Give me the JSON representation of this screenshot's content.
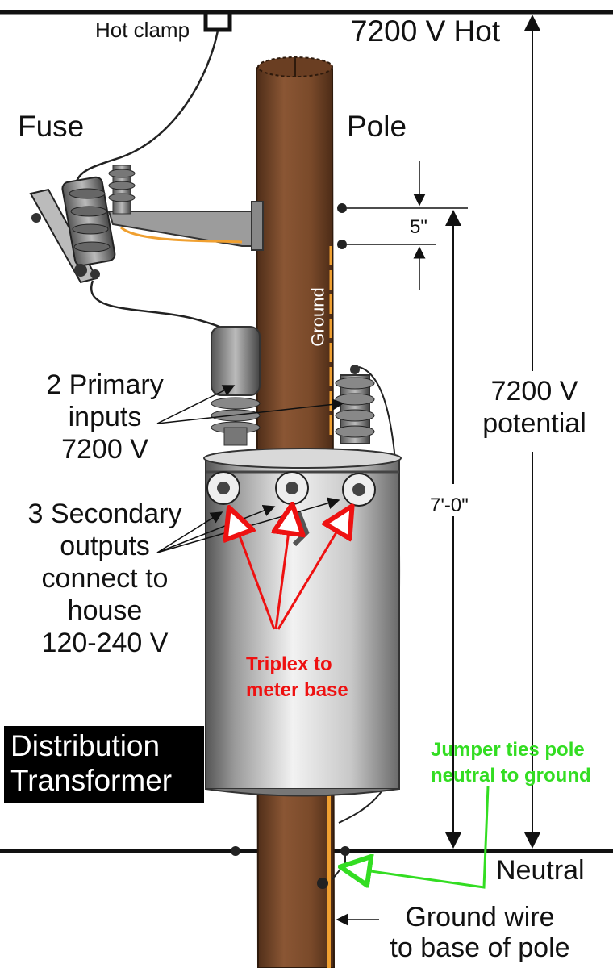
{
  "labels": {
    "hot_clamp": "Hot clamp",
    "hot_7200": "7200 V Hot",
    "fuse": "Fuse",
    "pole": "Pole",
    "spacing": "5\"",
    "ground": "Ground",
    "primary": [
      "2 Primary",
      "inputs",
      "7200 V"
    ],
    "potential": [
      "7200 V",
      "potential"
    ],
    "secondary": [
      "3 Secondary",
      "outputs",
      "connect to",
      "house",
      "120-240 V"
    ],
    "height": "7'-0\"",
    "triplex": [
      "Triplex to",
      "meter base"
    ],
    "transformer": [
      "Distribution",
      "Transformer"
    ],
    "jumper": [
      "Jumper ties pole",
      "neutral to ground"
    ],
    "neutral": "Neutral",
    "ground_wire": [
      "Ground wire",
      "to base of pole"
    ]
  },
  "colors": {
    "pole": "#7a4a2a",
    "pole_dark": "#4e2d18",
    "transformer": "#b9b9b9",
    "ground_wire": "#f0a030",
    "annotation_red": "#ee1111",
    "annotation_green": "#33dd22"
  }
}
